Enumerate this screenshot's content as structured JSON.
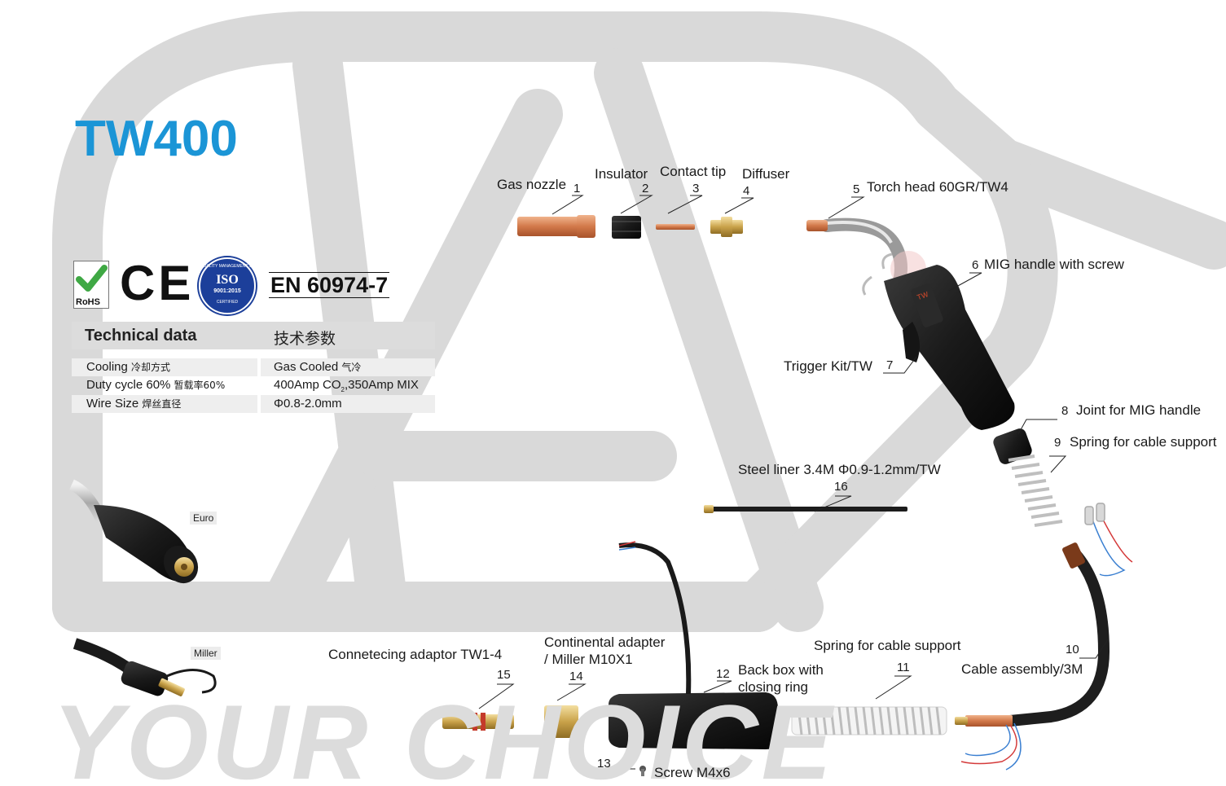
{
  "title": "TW400",
  "watermark": "YOUR CHOICE",
  "certifications": {
    "rohs": "RoHS",
    "ce": "CE",
    "iso_top": "QUALITY MANAGEMENT SYSTEM",
    "iso_mid": "ISO",
    "iso_code": "9001:2015",
    "iso_bottom": "CERTIFIED",
    "standard": "EN 60974-7"
  },
  "tech_table": {
    "header_en": "Technical data",
    "header_cn": "技术参数",
    "rows": [
      {
        "label": "Cooling",
        "label_cn": "冷却方式",
        "value": "Gas Cooled",
        "value_cn": "气冷"
      },
      {
        "label": "Duty cycle 60%",
        "label_cn": "暂载率60%",
        "value": "400Amp CO",
        "value_sub": "2",
        "value_tail": ",350Amp MIX"
      },
      {
        "label": "Wire Size",
        "label_cn": "焊丝直径",
        "value": "Φ0.8-2.0mm"
      }
    ]
  },
  "variants": {
    "euro": "Euro",
    "miller": "Miller"
  },
  "parts": [
    {
      "num": "1",
      "name": "Gas nozzle"
    },
    {
      "num": "2",
      "name": "Insulator"
    },
    {
      "num": "3",
      "name": "Contact tip"
    },
    {
      "num": "4",
      "name": "Diffuser"
    },
    {
      "num": "5",
      "name": "Torch head 60GR/TW4"
    },
    {
      "num": "6",
      "name": "MIG handle with screw"
    },
    {
      "num": "7",
      "name": "Trigger Kit/TW"
    },
    {
      "num": "8",
      "name": "Joint for MIG handle"
    },
    {
      "num": "9",
      "name": "Spring for cable support"
    },
    {
      "num": "10",
      "name": "Cable assembly/3M"
    },
    {
      "num": "11",
      "name": "Spring for cable support"
    },
    {
      "num": "12",
      "name": "Back box with",
      "name2": "closing ring"
    },
    {
      "num": "13",
      "name": "Screw M4x6"
    },
    {
      "num": "14",
      "name": "Continental adapter",
      "name2": "/ Miller M10X1"
    },
    {
      "num": "15",
      "name": "Connetecing adaptor TW1-4"
    },
    {
      "num": "16",
      "name": "Steel liner 3.4M Φ0.9-1.2mm/TW"
    }
  ],
  "colors": {
    "title_blue": "#1b95d6",
    "copper": "#d98a5c",
    "brass": "#c9a24a",
    "handle_black": "#1c1c1c",
    "watermark_grey": "#dcdcdc"
  }
}
